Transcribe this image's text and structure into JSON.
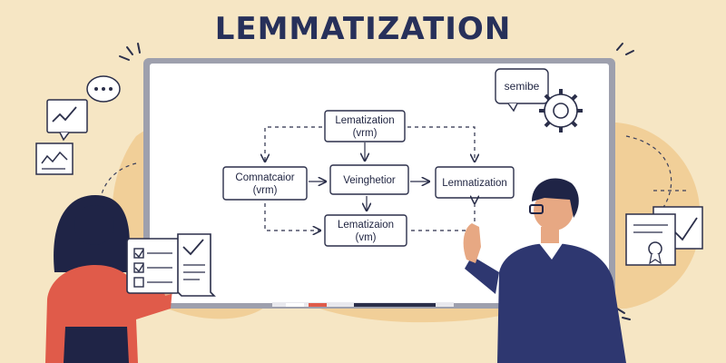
{
  "title": "LEMMATIZATION",
  "colors": {
    "background": "#f6e6c4",
    "blob": "#f1cf98",
    "navy": "#27305a",
    "whiteboard_frame": "#9ea0ad",
    "accent_red": "#e05b4a"
  },
  "whiteboard": {
    "nodes": {
      "top": [
        "Lematization",
        "(vrm)"
      ],
      "left": [
        "Comnatcaior",
        "(vrm)"
      ],
      "center": [
        "Veinghetior"
      ],
      "right": [
        "Lemnatization"
      ],
      "bottom": [
        "Lematizaion",
        "(vm)"
      ]
    },
    "bubble_label": "semibe"
  },
  "icons": [
    "chat-bubble-icon",
    "chart-card-icon",
    "document-chart-icon",
    "gear-icon",
    "certificate-icon",
    "checklist-tablet-icon",
    "checkmark-scroll-icon"
  ]
}
